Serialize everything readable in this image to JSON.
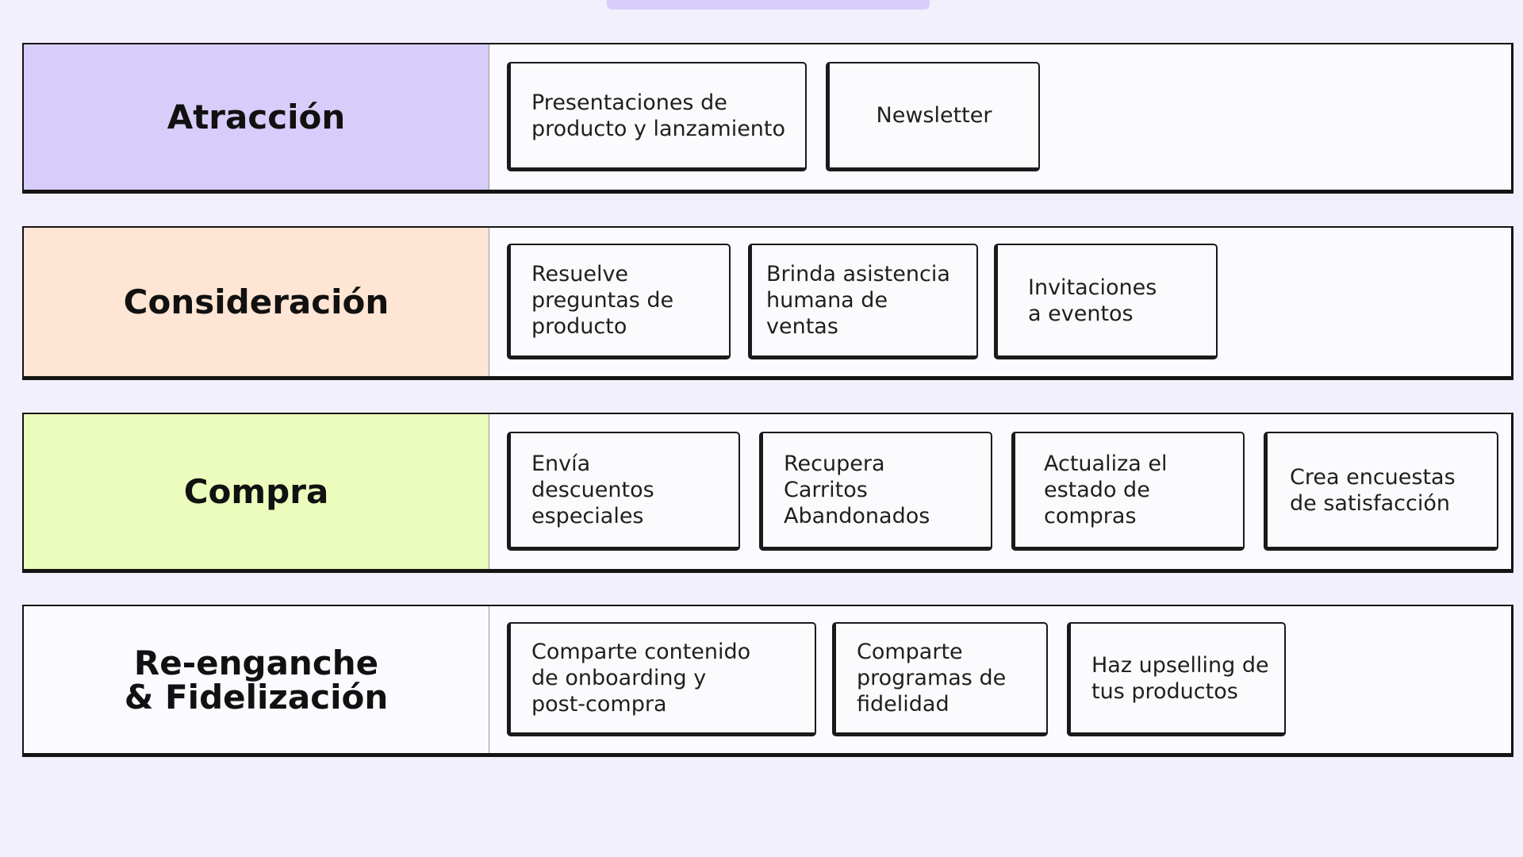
{
  "stages": [
    {
      "label": "Atracción",
      "color": "#d8cdfa",
      "cards": [
        "Presentaciones de\nproducto y lanzamiento",
        "Newsletter"
      ]
    },
    {
      "label": "Consideración",
      "color": "#ffe5d3",
      "cards": [
        "Resuelve\npreguntas de\nproducto",
        "Brinda asistencia\nhumana de\nventas",
        "Invitaciones\na eventos"
      ]
    },
    {
      "label": "Compra",
      "color": "#ebfcbc",
      "cards": [
        "Envía\ndescuentos\nespeciales",
        "Recupera\nCarritos\nAbandonados",
        "Actualiza el\nestado de\ncompras",
        "Crea encuestas\nde satisfacción"
      ]
    },
    {
      "label": "Re-enganche\n& Fidelización",
      "color": "#fbfafe",
      "cards": [
        "Comparte contenido\nde onboarding y\npost-compra",
        "Comparte\nprogramas de\nfidelidad",
        "Haz upselling de\ntus productos"
      ]
    }
  ]
}
